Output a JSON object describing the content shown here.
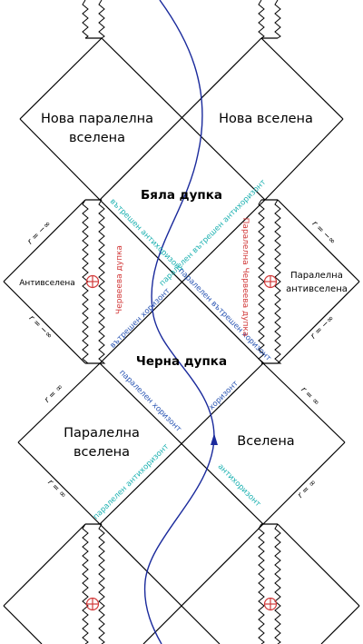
{
  "regions": {
    "new_parallel_universe": [
      "Нова паралелна",
      "вселена"
    ],
    "new_universe": "Нова вселена",
    "white_hole": "Бяла дупка",
    "antiverse": "Антивселена",
    "parallel_antiverse": [
      "Паралелна",
      "антивселена"
    ],
    "black_hole": "Черна дупка",
    "parallel_universe": [
      "Паралелна",
      "вселена"
    ],
    "universe": "Вселена"
  },
  "horizons": {
    "inner_antihorizon": "вътрешен антихоризонт",
    "parallel_inner_antihorizon": "паралелен вътрешен антихоризонт",
    "inner_horizon": "вътрешен хоризонт",
    "parallel_inner_horizon": "паралелен вътрешен хоризонт",
    "parallel_horizon": "паралелен хоризонт",
    "horizon": "хоризонт",
    "parallel_antihorizon": "паралелен антихоризонт",
    "antihorizon": "антихоризонт"
  },
  "wormholes": {
    "wormhole": "Червеева дупка",
    "parallel_wormhole": "Паралелна Червеева дупка"
  },
  "infinity_labels": {
    "r_minus_inf": "r = −∞",
    "r_inf": "r = ∞"
  },
  "colors": {
    "lines": "#000000",
    "worldline": "#1a2a9c",
    "horizon_text": "#1ab0b0",
    "horizon_text_alt": "#2a55b3",
    "wormhole_text": "#d23a3a",
    "wormhole_symbol": "#d23a3a"
  }
}
